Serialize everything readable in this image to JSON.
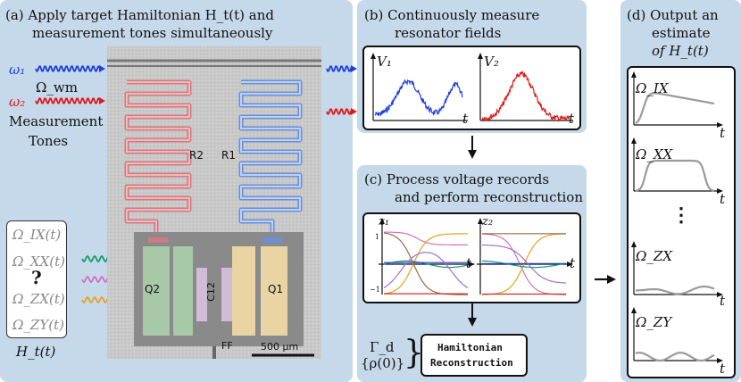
{
  "panel_a": {
    "title_line1": "(a) Apply target Hamiltonian H_t(t) and",
    "title_line2": "measurement tones simultaneously",
    "omega1": "ω₁",
    "omega2": "ω₂",
    "omega_wm": "Ω_wm",
    "measurement_line1": "Measurement",
    "measurement_line2": "Tones",
    "qmark": "?",
    "ht_label": "H_t(t)",
    "unknowns": [
      "Ω_IX(t)",
      "Ω_XX(t)",
      "Ω_ZX(t)",
      "Ω_ZY(t)"
    ],
    "chip": {
      "r2": "R2",
      "r1": "R1",
      "q2": "Q2",
      "q1": "Q1",
      "c12": "C12",
      "ff": "FF",
      "scale": "500 μm"
    }
  },
  "panel_b": {
    "title_line1": "(b) Continuously measure",
    "title_line2": "resonator fields",
    "v1": "V₁",
    "v2": "V₂",
    "t": "t"
  },
  "panel_c": {
    "title_line1": "(c) Process voltage records",
    "title_line2": "and perform reconstruction",
    "z1": "z₁",
    "z2": "z₂",
    "t": "t",
    "tick_top": "1",
    "tick_bottom": "−1",
    "inputs_line1": "Γ_d",
    "inputs_line2": "{ρ(0)}",
    "recon_line1": "Hamiltonian",
    "recon_line2": "Reconstruction"
  },
  "panel_d": {
    "title_line1": "(d) Output an",
    "title_line2": "estimate",
    "title_line3": "of H_t(t)",
    "labels": [
      "Ω_IX",
      "Ω_XX",
      "Ω_ZX",
      "Ω_ZY"
    ],
    "t": "t",
    "dots": "⋮"
  },
  "colors": {
    "panel": "#c6d9ea",
    "blue": "#1f3fe0",
    "red": "#e01a1a",
    "green": "#1a9a6a",
    "pink": "#d070c0",
    "orange": "#e8a020",
    "gray_trace": "#9a9a9a"
  }
}
